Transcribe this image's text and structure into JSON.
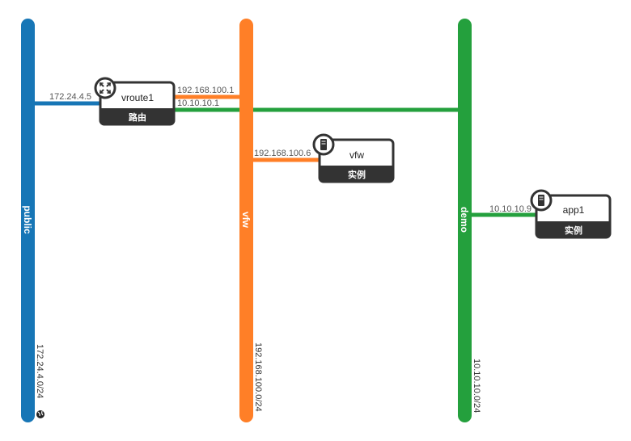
{
  "colors": {
    "public": "#1776b6",
    "vfw": "#ff7f27",
    "demo": "#24a03d",
    "node_border": "#333333",
    "node_label_bg": "#333333"
  },
  "networks": [
    {
      "id": "public",
      "name": "public",
      "cidr": "172.24.4.0/24",
      "color": "#1776b6",
      "external": true
    },
    {
      "id": "vfw",
      "name": "vfw",
      "cidr": "192.168.100.0/24",
      "color": "#ff7f27"
    },
    {
      "id": "demo",
      "name": "demo",
      "cidr": "10.10.10.0/24",
      "color": "#24a03d"
    }
  ],
  "nodes": [
    {
      "id": "vroute1",
      "name": "vroute1",
      "type_label": "路由",
      "icon": "router-icon",
      "ports": [
        {
          "network": "public",
          "ip": "172.24.4.5"
        },
        {
          "network": "vfw",
          "ip": "192.168.100.1"
        },
        {
          "network": "demo",
          "ip": "10.10.10.1"
        }
      ]
    },
    {
      "id": "vfw",
      "name": "vfw",
      "type_label": "实例",
      "icon": "server-icon",
      "ports": [
        {
          "network": "vfw",
          "ip": "192.168.100.6"
        }
      ]
    },
    {
      "id": "app1",
      "name": "app1",
      "type_label": "实例",
      "icon": "server-icon",
      "ports": [
        {
          "network": "demo",
          "ip": "10.10.10.9"
        }
      ]
    }
  ]
}
